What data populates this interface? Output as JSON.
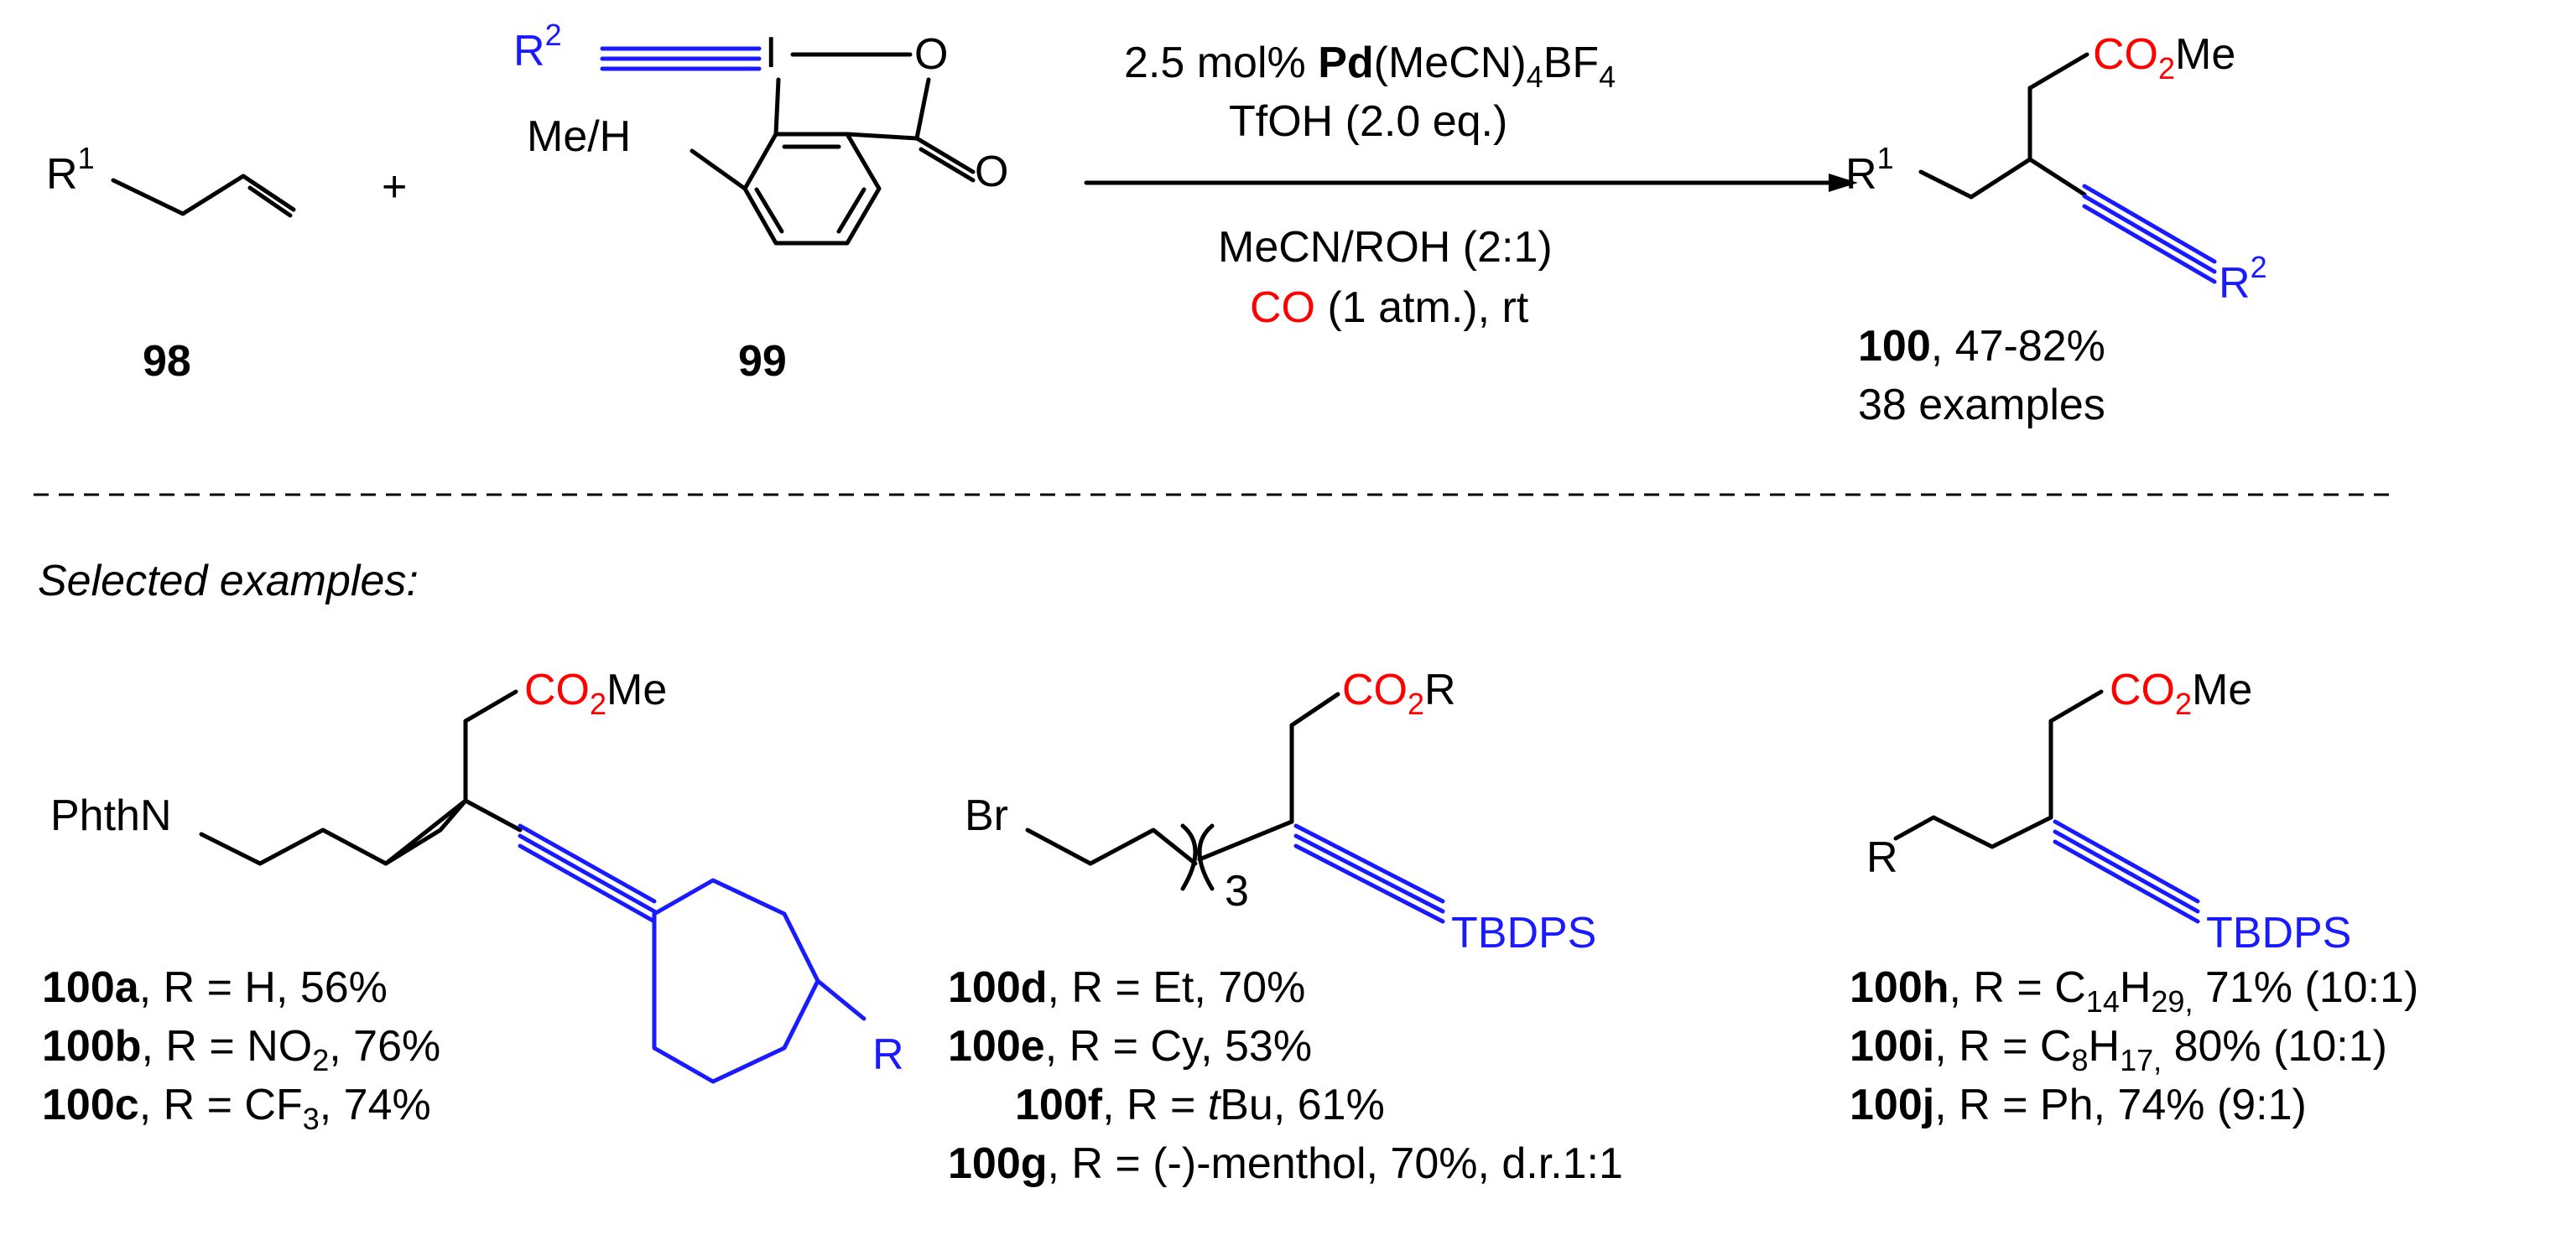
{
  "substrate": {
    "id": "98",
    "r_label": "R",
    "r_sup": "1"
  },
  "plus": "+",
  "reagent": {
    "id": "99",
    "r_label": "R",
    "r_sup": "2",
    "iodine": "I",
    "o_ring": "O",
    "o_carbonyl": "O",
    "substituent": "Me/H"
  },
  "conditions": {
    "line1_pre": "2.5 mol% ",
    "line1_bold": "Pd",
    "line1_post1": "(MeCN)",
    "line1_sub1": "4",
    "line1_post2": "BF",
    "line1_sub2": "4",
    "line2": "TfOH (2.0 eq.)",
    "line3": "MeCN/ROH (2:1)",
    "line4_red": "CO",
    "line4_post": " (1 atm.), rt"
  },
  "product": {
    "ester_a": "CO",
    "ester_sub": "2",
    "ester_b": "Me",
    "r1": "R",
    "r1_sup": "1",
    "r2": "R",
    "r2_sup": "2",
    "id": "100",
    "yield": ", 47-82%",
    "examples": "38 examples"
  },
  "section_label": "Selected examples:",
  "ex1": {
    "ester_a": "CO",
    "ester_sub": "2",
    "ester_b": "Me",
    "left_group": "PhthN",
    "aryl_r": "R",
    "rows": [
      {
        "id": "100a",
        "pre": ", R = H, 56%"
      },
      {
        "id": "100b",
        "pre": ", R = NO",
        "sub": "2",
        "post": ", 76%"
      },
      {
        "id": "100c",
        "pre": ", R = CF",
        "sub": "3",
        "post": ", 74%"
      }
    ]
  },
  "ex2": {
    "ester_a": "CO",
    "ester_sub": "2",
    "ester_b": "R",
    "left_group": "Br",
    "repeat": "3",
    "silyl": "TBDPS",
    "rows": [
      {
        "id": "100d",
        "text": ", R = Et, 70%"
      },
      {
        "id": "100e",
        "text": ", R = Cy, 53%"
      },
      {
        "id": "100f",
        "pre": ", R = ",
        "ital": "t",
        "post": "Bu, 61%"
      },
      {
        "id": "100g",
        "text": ", R = (-)-menthol, 70%, d.r.1:1"
      }
    ]
  },
  "ex3": {
    "ester_a": "CO",
    "ester_sub": "2",
    "ester_b": "Me",
    "left_group": "R",
    "silyl": "TBDPS",
    "rows": [
      {
        "id": "100h",
        "pre": ", R = C",
        "sub1": "14",
        "mid": "H",
        "sub2": "29,",
        "post": " 71% (10:1)"
      },
      {
        "id": "100i",
        "pre": ", R = C",
        "sub1": "8",
        "mid": "H",
        "sub2": "17,",
        "post": " 80% (10:1)"
      },
      {
        "id": "100j",
        "text": ", R = Ph, 74% (9:1)"
      }
    ]
  },
  "colors": {
    "highlight_blue": "#1a1aff",
    "highlight_red": "#ff0000"
  }
}
